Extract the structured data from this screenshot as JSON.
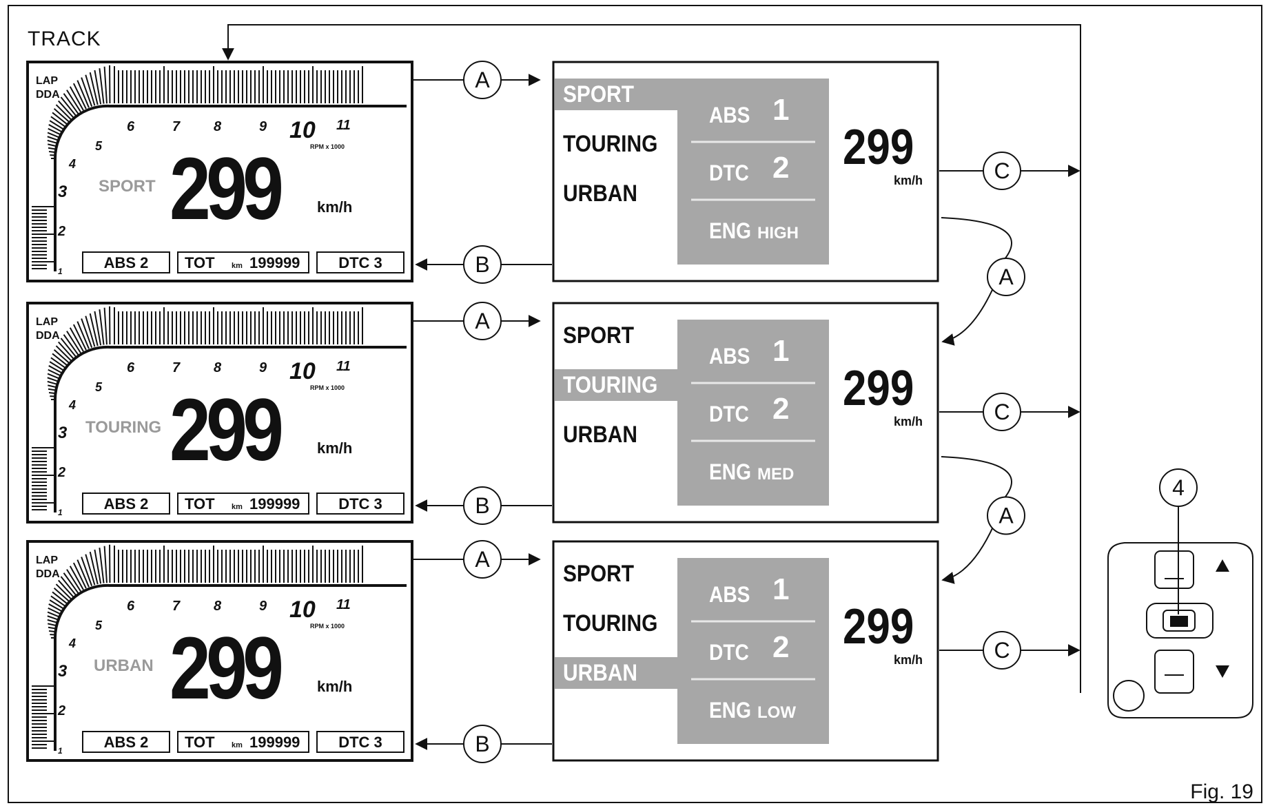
{
  "frame_title": "TRACK",
  "figure_label": "Fig. 19",
  "dashboard": {
    "lap": "LAP",
    "dda": "DDA",
    "rpm_ticks": [
      "1",
      "2",
      "3",
      "4",
      "5",
      "6",
      "7",
      "8",
      "9",
      "10",
      "11"
    ],
    "rpm_unit": "RPM x 1000",
    "speed": "299",
    "speed_unit": "km/h",
    "abs": "ABS 2",
    "tot_label": "TOT",
    "tot_unit": "km",
    "tot_value": "199999",
    "dtc": "DTC 3"
  },
  "rows": [
    {
      "mode": "SPORT",
      "selected": "SPORT",
      "eng_label": "ENG",
      "eng_level": "HIGH"
    },
    {
      "mode": "TOURING",
      "selected": "TOURING",
      "eng_label": "ENG",
      "eng_level": "MED"
    },
    {
      "mode": "URBAN",
      "selected": "URBAN",
      "eng_label": "ENG",
      "eng_level": "LOW"
    }
  ],
  "menu": {
    "modes": [
      "SPORT",
      "TOURING",
      "URBAN"
    ],
    "abs_label": "ABS",
    "abs_value": "1",
    "dtc_label": "DTC",
    "dtc_value": "2",
    "speed": "299",
    "speed_unit": "km/h"
  },
  "callouts": {
    "a": "A",
    "b": "B",
    "c": "C",
    "switch": "4"
  },
  "colors": {
    "line": "#111111",
    "grey_text": "#9a9a9a",
    "panel_grey": "#a7a7a7",
    "menu_text_on_grey": "#ffffff"
  },
  "icons": [
    "switch-up-arrow-icon",
    "switch-down-arrow-icon",
    "joystick-button-icon"
  ]
}
